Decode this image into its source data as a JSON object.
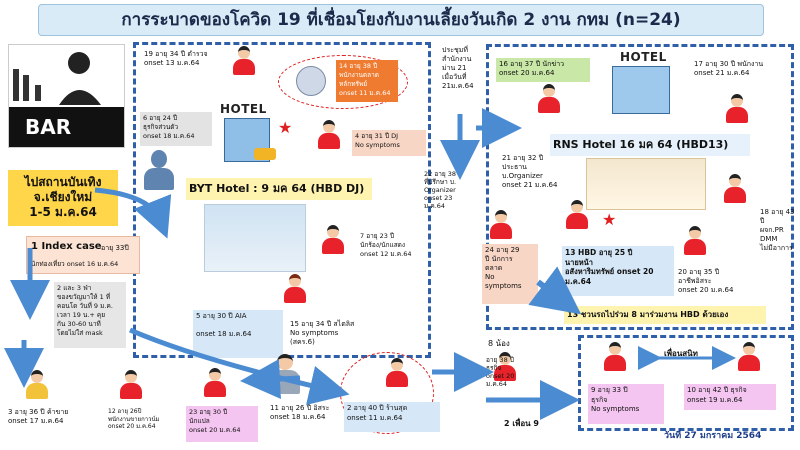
{
  "title": "การระบาดของโควิด 19 ที่เชื่อมโยงกับงานเลี้ยงวันเกิด 2 งาน กทม (n=24)",
  "bar_sign": "BAR",
  "left_location": "ไปสถานบันเทิง\nจ.เชียงใหม่\n1-5 ม.ค.64",
  "hotel_sign_byt": "HOTEL",
  "hotel_sign_rns": "HOTEL",
  "byt_hotel_label": "BYT Hotel : 9 มค 64 (HBD DJ)",
  "rns_hotel_label": "RNS Hotel  16 มค 64 (HBD13)",
  "index_case_head": "1  Index case",
  "index_case_age": " อายุ 33ปี",
  "index_case_detail": "นักท่องเที่ยว onset 16 ม.ค.64",
  "case_2_3": "2 และ 3 ฟ่า\nของขวัญมาให้ 1 ที่\nคอนโด วันที่ 9 ม.ค.\nเวลา 19 น.+ คุย\nกัน 30-60 นาที\nโดยไม่ใส่ mask",
  "case_19": "19 อายุ 34 ปี ตำรวจ\nonset 13 ม.ค.64",
  "case_14": "14 อายุ 38 ปี\nพนักงานตลาด\nหลักทรัพย์\nonset 11 ม.ค.64",
  "case_6": "6 อายุ 24 ปี\nธุรกิจส่วนตัว\nonset 18 ม.ค.64",
  "case_4": "4 อายุ 31 ปี DJ\nNo symptoms",
  "case_7": "7 อายุ 23 ปี\nนักร้อง/นักแสดง\nonset 12 ม.ค.64",
  "case_15": "15 อายุ 34 ปี สไตลิส\nNo symptoms\n(สคร.6)",
  "case_5": "5  อายุ 30 ปี AIA\n\nonset 18 ม.ค.64",
  "case_22": "22 อายุ 38 ปี\nที่ปรึกษา บ.\nOrganizer\nonset 23\nม.ค.64",
  "case_16": "16 อายุ 37 ปี นักข่าว\nonset 20 ม.ค.64",
  "case_17": "17 อายุ 30 ปี พนักงาน\nonset 21 ม.ค.64",
  "case_21": "21 อายุ 32 ปี\nประธาน\nบ.Organizer\nonset 21 ม.ค.64",
  "case_18": "18 อายุ 43 ปี\nผจก.PR\nDMM\nไม่มีอาการ",
  "case_24": "24 อายุ 29\nปี นักการ\nตลาด\nNo\nsymptoms",
  "case_13": "13 HBD อายุ 25 ปี\nนายหน้า\nอสังหาริมทรัพย์ onset 20\nม.ค.64",
  "case_20": "20 อายุ 35 ปี\nอาชีพอิสระ\nonset 20 ม.ค.64",
  "case_13_invite": "13  ชวนรถไปร่วม 8 มาร่วมงาน HBD ด้วยเอง",
  "case_8_note": "8 น้อง",
  "case_8": "อายุ 38 ปี\nธุรกิจ\nonset 20\nม.ค.64",
  "case_3": "3 อายุ 36 ปี ค้าขาย\nonset 17 ม.ค.64",
  "case_12": "12 อายุ 26ปี\nพนักงานขายกาวน์ม\nonset 20 ม.ค.64",
  "case_23": "23 อายุ 30 ปี\nนักแปล\nonset 20 ม.ค.64",
  "case_11": "11 อายุ 26 ปี อิสระ\nonset 18 ม.ค.64",
  "case_2": "2  อายุ 40 ปี ร้านสุด\nonset 11 ม.ค.64",
  "friend_note": "2 เพื่อน 9",
  "friends_label": "เพื่อนสนิท",
  "case_9": "9 อายุ 33 ปี\nธุรกิจ\nNo symptoms",
  "case_10": "10 อายุ 42 ปี ธุรกิจ\nonset 19 ม.ค.64",
  "meeting_note": "ประชุมที่\nสำนักงาน\nม่าน 21\nเมื่อวันที่\n21ม.ค.64",
  "date_label": "วันที่ 27 มกราคม 2564",
  "colors": {
    "title_bg": "#d9ebf7",
    "dash": "#2f5fa8",
    "orange": "#ee7b30",
    "green": "#c9e7a6",
    "pink": "#f4c5f0",
    "peach": "#f8d6c5",
    "yellow": "#ffd54a",
    "blue": "#4a8bd1",
    "shirt": "#e8222a"
  }
}
